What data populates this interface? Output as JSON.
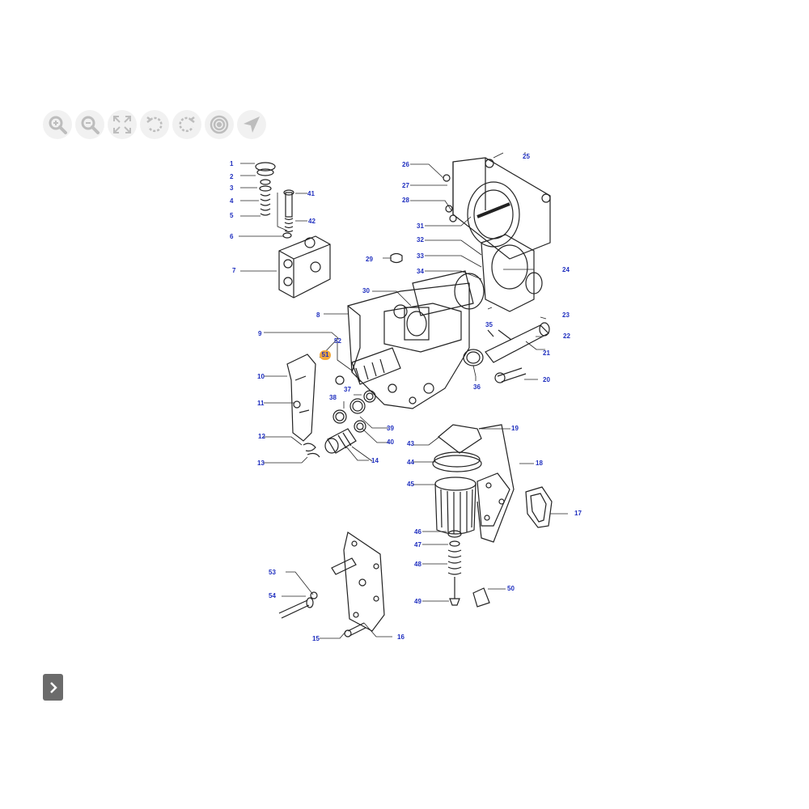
{
  "toolbar": {
    "buttons": [
      {
        "name": "zoom-in-button",
        "icon": "zoom-in-icon"
      },
      {
        "name": "zoom-out-button",
        "icon": "zoom-out-icon"
      },
      {
        "name": "fit-screen-button",
        "icon": "expand-arrows-icon"
      },
      {
        "name": "rotate-left-button",
        "icon": "rotate-left-icon"
      },
      {
        "name": "rotate-right-button",
        "icon": "rotate-right-icon"
      },
      {
        "name": "center-button",
        "icon": "target-icon"
      },
      {
        "name": "navigate-button",
        "icon": "navigation-arrow-icon"
      }
    ]
  },
  "diagram": {
    "callouts": [
      "1",
      "2",
      "3",
      "4",
      "5",
      "6",
      "7",
      "8",
      "9",
      "10",
      "11",
      "12",
      "13",
      "14",
      "15",
      "16",
      "17",
      "18",
      "19",
      "20",
      "21",
      "22",
      "23",
      "24",
      "25",
      "26",
      "27",
      "28",
      "29",
      "30",
      "31",
      "32",
      "33",
      "34",
      "35",
      "36",
      "37",
      "38",
      "39",
      "40",
      "41",
      "42",
      "43",
      "44",
      "45",
      "46",
      "47",
      "48",
      "49",
      "50",
      "51",
      "52",
      "53",
      "54"
    ],
    "highlighted_callout": "51",
    "label_color": "#1f2fbf",
    "highlight_color": "#f2a93b"
  },
  "side_panel": {
    "toggle_icon": "chevron-right-icon"
  }
}
